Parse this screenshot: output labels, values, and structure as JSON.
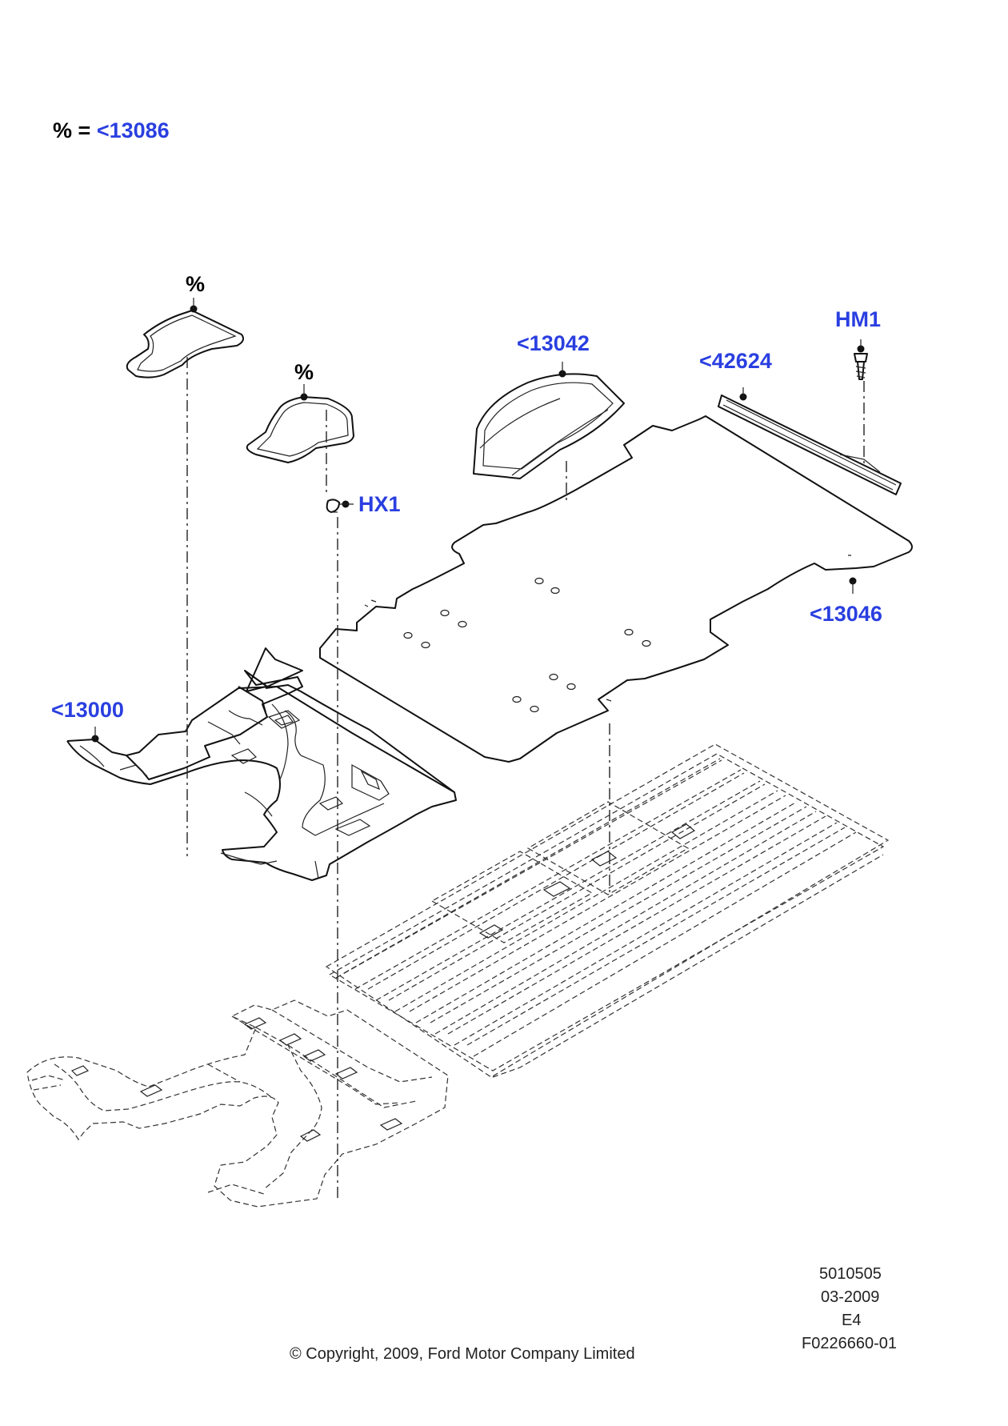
{
  "legend": {
    "symbol": "%",
    "equals": "=",
    "ref": "<13086"
  },
  "callouts": {
    "pct_a": "%",
    "pct_b": "%",
    "hm1": "HM1",
    "p13042": "<13042",
    "p42624": "<42624",
    "hx1": "HX1",
    "p13046": "<13046",
    "p13000": "<13000"
  },
  "footer": {
    "code": "5010505",
    "date": "03-2009",
    "rev": "E4",
    "fig": "F0226660-01",
    "copyright": "© Copyright, 2009, Ford Motor Company Limited"
  },
  "colors": {
    "callout": "#2a3fe0",
    "line": "#111111"
  }
}
